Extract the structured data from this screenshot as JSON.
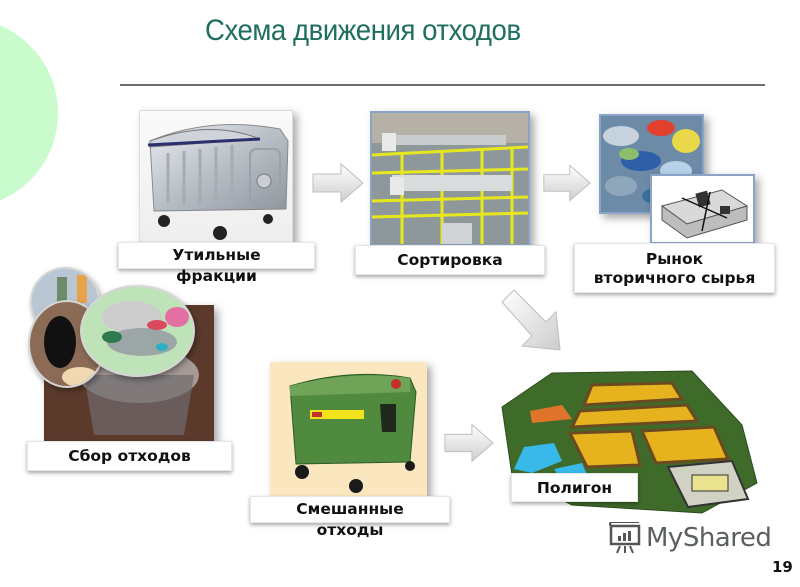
{
  "slide": {
    "title": "Схема движения отходов",
    "page_number": "19",
    "colors": {
      "title": "#1f6e60",
      "accent_circle": "#c9fbcd",
      "rule": "#6e6e6e",
      "label_bg": "#ffffff",
      "label_text": "#111111"
    }
  },
  "nodes": {
    "recyclables": {
      "line1": "Утильные",
      "line2": "фракции",
      "image": "metal-waste-container"
    },
    "sorting": {
      "line1": "Сортировка",
      "image": "sorting-plant-conveyors"
    },
    "market": {
      "line1": "Рынок",
      "line2": "вторичного  сырья",
      "image": "plastic-bottles-and-bundled-newspapers"
    },
    "collection": {
      "line1": "Сбор отходов",
      "image": "household-waste-bin"
    },
    "mixed": {
      "line1": "Смешанные",
      "line2": "отходы",
      "image": "green-waste-container"
    },
    "landfill": {
      "line1": "Полигон",
      "image": "landfill-aerial-model"
    }
  },
  "flow": [
    {
      "from": "recyclables",
      "to": "sorting",
      "arrow": "right"
    },
    {
      "from": "sorting",
      "to": "market",
      "arrow": "right"
    },
    {
      "from": "sorting",
      "to": "landfill",
      "arrow": "down-right"
    },
    {
      "from": "mixed",
      "to": "landfill",
      "arrow": "right"
    }
  ],
  "watermark": {
    "text": "MyShared",
    "icon": "presentation-board-icon"
  }
}
